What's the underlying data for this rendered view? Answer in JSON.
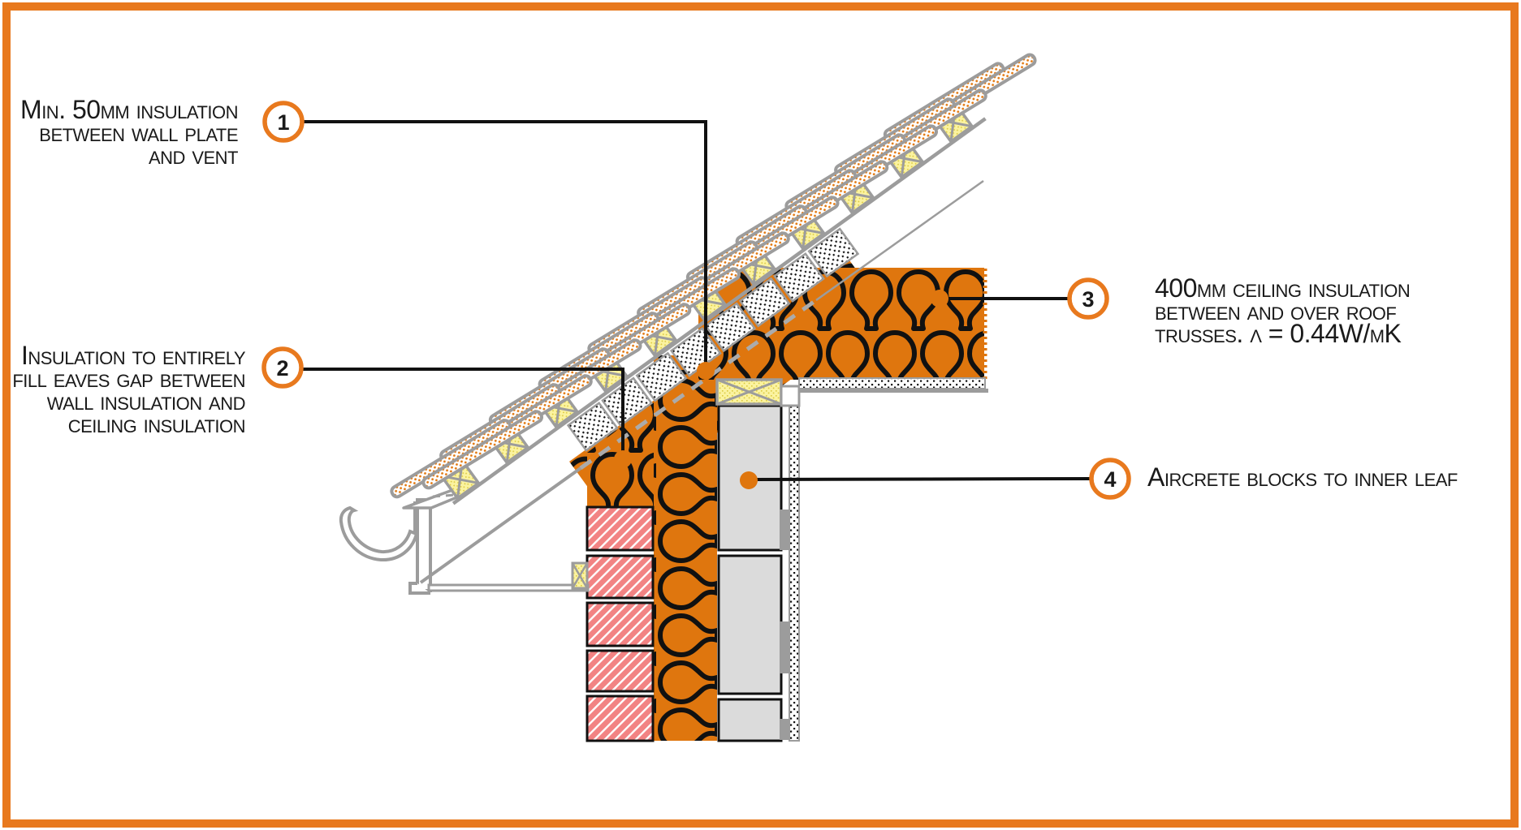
{
  "callouts": {
    "c1": {
      "number": "1",
      "lines": [
        "Min. 50mm insulation",
        "between wall plate",
        "and vent"
      ]
    },
    "c2": {
      "number": "2",
      "lines": [
        "Insulation to entirely",
        "fill eaves gap between",
        "wall insulation and",
        "ceiling insulation"
      ]
    },
    "c3": {
      "number": "3",
      "lines": [
        "400mm ceiling insulation",
        "between and over roof",
        "trusses. λ = 0.44W/mK"
      ]
    },
    "c4": {
      "number": "4",
      "lines": [
        "Aircrete blocks to inner leaf"
      ]
    }
  },
  "colors": {
    "accent_orange": "#E8791E",
    "insulation_orange": "#DF760E",
    "brick_salmon": "#F28383",
    "aircrete_gray": "#DBDBDB",
    "structure_gray": "#9C9C9C",
    "timber_yellow": "#FBF3A0",
    "ink": "#1a1a1a"
  }
}
